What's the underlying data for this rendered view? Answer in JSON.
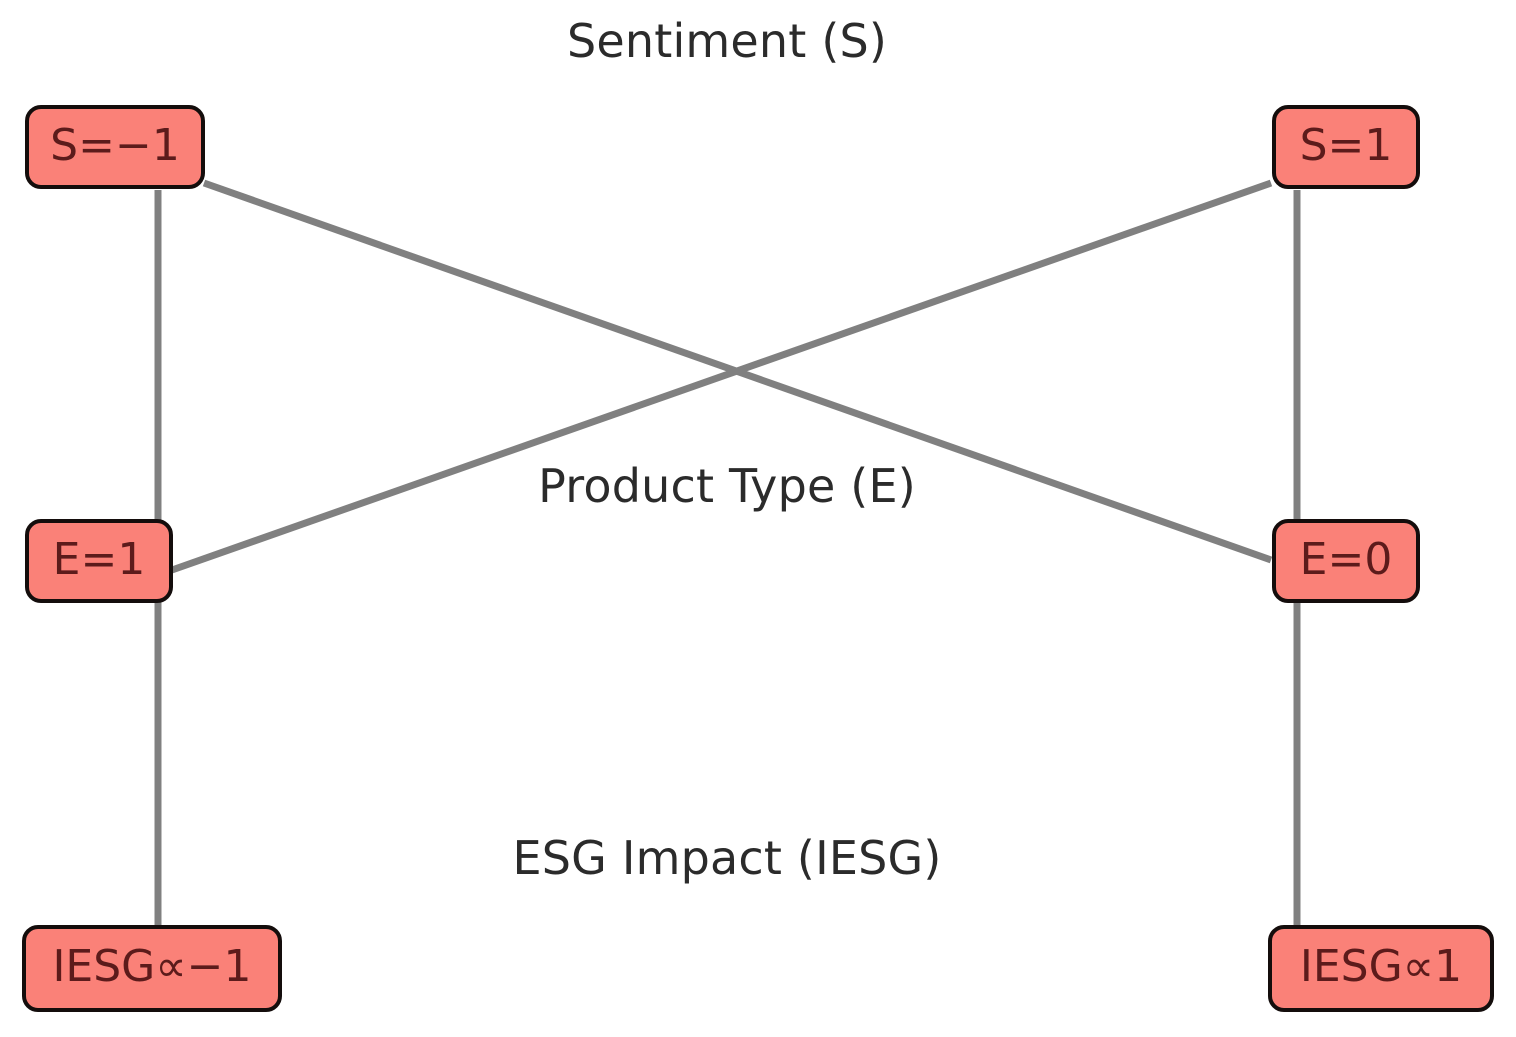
{
  "diagram": {
    "title_visible": false,
    "background_color": "#ffffff",
    "node_fill_color": "#fa8178",
    "node_border_color": "#140d0c",
    "node_text_color": "#5c1b1b",
    "edge_color": "#808080",
    "label_color": "#2b2b2b",
    "group_labels": [
      {
        "id": "sentiment",
        "text": "Sentiment (S)"
      },
      {
        "id": "product-type",
        "text": "Product Type (E)"
      },
      {
        "id": "esg-impact",
        "text": "ESG Impact (IESG)"
      }
    ],
    "nodes": [
      {
        "id": "s-neg1",
        "label": "S=−1",
        "group": "Sentiment (S)"
      },
      {
        "id": "s-pos1",
        "label": "S=1",
        "group": "Sentiment (S)"
      },
      {
        "id": "e-1",
        "label": "E=1",
        "group": "Product Type (E)"
      },
      {
        "id": "e-0",
        "label": "E=0",
        "group": "Product Type (E)"
      },
      {
        "id": "iesg-neg1",
        "label": "IESG∝−1",
        "group": "ESG Impact (IESG)"
      },
      {
        "id": "iesg-pos1",
        "label": "IESG∝1",
        "group": "ESG Impact (IESG)"
      }
    ],
    "edges": [
      {
        "from": "s-neg1",
        "to": "e-1",
        "style": "vertical"
      },
      {
        "from": "s-neg1",
        "to": "e-0",
        "style": "diagonal"
      },
      {
        "from": "s-pos1",
        "to": "e-1",
        "style": "diagonal"
      },
      {
        "from": "s-pos1",
        "to": "e-0",
        "style": "vertical"
      },
      {
        "from": "e-1",
        "to": "iesg-neg1",
        "style": "vertical"
      },
      {
        "from": "e-0",
        "to": "iesg-pos1",
        "style": "vertical"
      }
    ]
  }
}
